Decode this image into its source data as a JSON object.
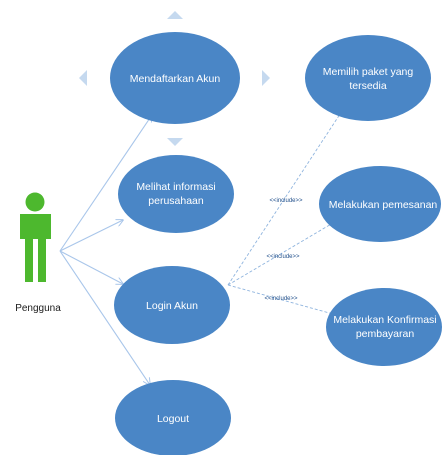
{
  "actor": {
    "name": "Pengguna"
  },
  "use_cases": {
    "register": "Mendaftarkan Akun",
    "company_info_line1": "Melihat informasi",
    "company_info_line2": "perusahaan",
    "login": "Login Akun",
    "logout": "Logout",
    "choose_package_line1": "Memilih paket yang",
    "choose_package_line2": "tersedia",
    "order": "Melakukan pemesanan",
    "payment_line1": "Melakukan Konfirmasi",
    "payment_line2": "pembayaran"
  },
  "relations": {
    "include_1": "<<include>>",
    "include_2": "<<include>>",
    "include_3": "<<include>>"
  },
  "colors": {
    "use_case_fill": "#4a86c6",
    "actor_fill": "#4db82e",
    "association_line": "#a9c6ea",
    "include_line": "#8fb4de",
    "handle_fill": "#c5d9ef"
  }
}
